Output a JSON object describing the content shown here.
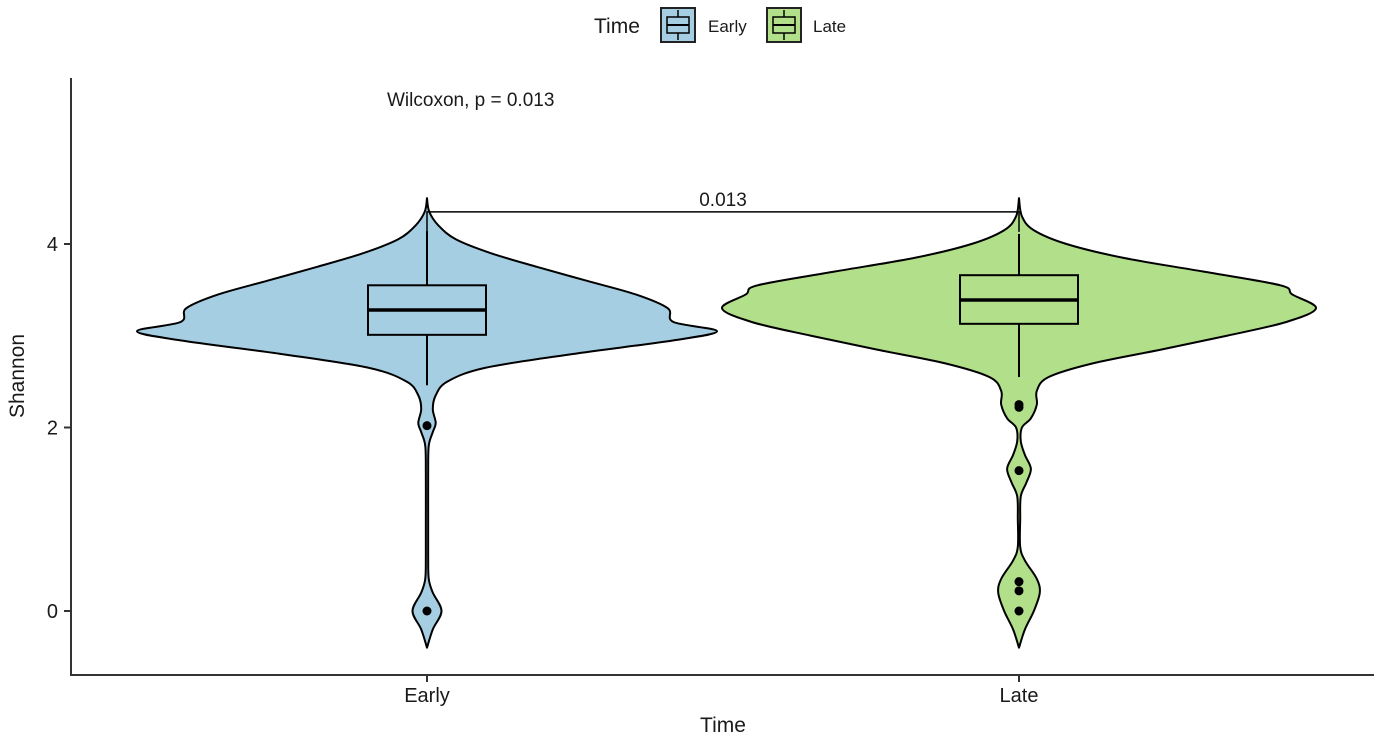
{
  "chart_data": {
    "type": "violin",
    "title": "",
    "xlabel": "Time",
    "ylabel": "Shannon",
    "ylim": [
      -0.7,
      5.8
    ],
    "yticks": [
      0,
      2,
      4
    ],
    "ytick_labels": [
      "0",
      "2",
      "4"
    ],
    "categories": [
      "Early",
      "Late"
    ],
    "grid": false,
    "legend": {
      "title": "Time",
      "position": "top",
      "entries": [
        "Early",
        "Late"
      ]
    },
    "colors": {
      "Early": "#a6cee3",
      "Late": "#b2df8a"
    },
    "series": [
      {
        "name": "Early",
        "violin_range": [
          -0.4,
          4.5
        ],
        "density_profile": [
          [
            -0.4,
            0.0
          ],
          [
            -0.2,
            0.02
          ],
          [
            0.0,
            0.05
          ],
          [
            0.2,
            0.02
          ],
          [
            0.35,
            0.006
          ],
          [
            0.6,
            0.004
          ],
          [
            1.0,
            0.004
          ],
          [
            1.5,
            0.004
          ],
          [
            1.8,
            0.006
          ],
          [
            1.95,
            0.02
          ],
          [
            2.05,
            0.03
          ],
          [
            2.2,
            0.02
          ],
          [
            2.35,
            0.03
          ],
          [
            2.5,
            0.07
          ],
          [
            2.65,
            0.2
          ],
          [
            2.8,
            0.5
          ],
          [
            2.95,
            0.85
          ],
          [
            3.05,
            1.0
          ],
          [
            3.15,
            0.85
          ],
          [
            3.3,
            0.83
          ],
          [
            3.45,
            0.72
          ],
          [
            3.6,
            0.55
          ],
          [
            3.75,
            0.38
          ],
          [
            3.9,
            0.22
          ],
          [
            4.05,
            0.1
          ],
          [
            4.2,
            0.04
          ],
          [
            4.35,
            0.008
          ],
          [
            4.5,
            0.0
          ]
        ],
        "box": {
          "whisker_low": 2.46,
          "q1": 3.01,
          "median": 3.28,
          "q3": 3.55,
          "whisker_high": 4.14
        },
        "outliers": [
          2.02,
          0.0
        ]
      },
      {
        "name": "Late",
        "violin_range": [
          -0.4,
          4.5
        ],
        "density_profile": [
          [
            -0.4,
            0.0
          ],
          [
            -0.2,
            0.02
          ],
          [
            0.0,
            0.05
          ],
          [
            0.2,
            0.07
          ],
          [
            0.35,
            0.06
          ],
          [
            0.55,
            0.02
          ],
          [
            0.7,
            0.004
          ],
          [
            1.0,
            0.004
          ],
          [
            1.25,
            0.006
          ],
          [
            1.4,
            0.025
          ],
          [
            1.55,
            0.04
          ],
          [
            1.7,
            0.02
          ],
          [
            1.85,
            0.006
          ],
          [
            2.0,
            0.01
          ],
          [
            2.1,
            0.04
          ],
          [
            2.25,
            0.06
          ],
          [
            2.4,
            0.06
          ],
          [
            2.55,
            0.1
          ],
          [
            2.7,
            0.25
          ],
          [
            2.85,
            0.48
          ],
          [
            3.0,
            0.7
          ],
          [
            3.15,
            0.9
          ],
          [
            3.3,
            1.0
          ],
          [
            3.45,
            0.92
          ],
          [
            3.55,
            0.88
          ],
          [
            3.7,
            0.62
          ],
          [
            3.85,
            0.35
          ],
          [
            4.0,
            0.16
          ],
          [
            4.15,
            0.05
          ],
          [
            4.3,
            0.01
          ],
          [
            4.5,
            0.0
          ]
        ],
        "box": {
          "whisker_low": 2.55,
          "q1": 3.13,
          "median": 3.39,
          "q3": 3.66,
          "whisker_high": 4.11
        },
        "outliers": [
          2.25,
          2.22,
          1.53,
          0.32,
          0.22,
          0.0
        ]
      }
    ],
    "annotations": {
      "global_test": "Wilcoxon, p = 0.013",
      "bracket_label": "0.013",
      "bracket_y": 4.35
    }
  }
}
